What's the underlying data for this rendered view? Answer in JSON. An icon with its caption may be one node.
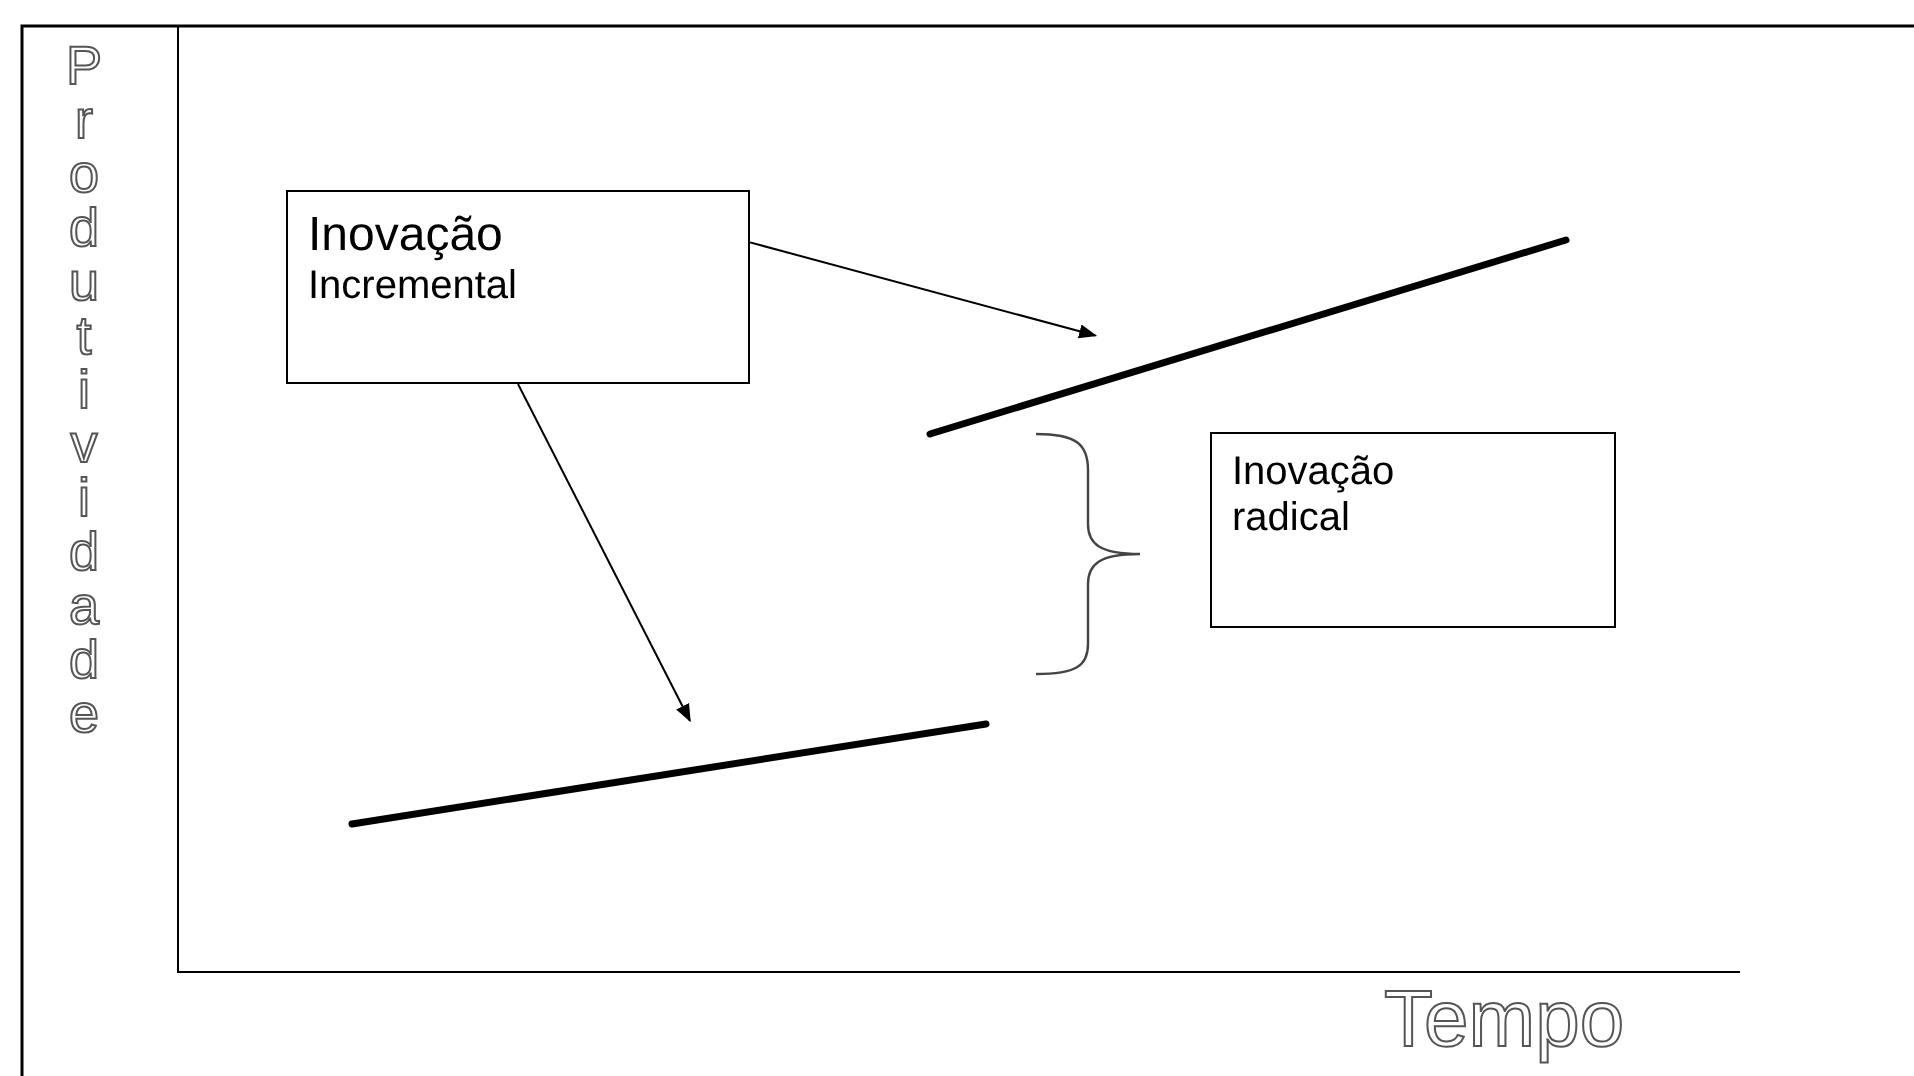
{
  "diagram": {
    "nodes": [
      {
        "text": [
          "Inovação",
          "Incremental"
        ]
      },
      {
        "text": [],
        "shape": "line"
      },
      {
        "text": [
          "Inovação radical"
        ]
      },
      {
        "text": [],
        "shape": "line"
      }
    ],
    "edges": [
      {
        "from": 0,
        "to": 1,
        "arrow": "to"
      },
      {
        "from": 0,
        "to": 3,
        "arrow": "to"
      }
    ],
    "labels": [
      "Produtividade",
      "Tempo"
    ]
  }
}
